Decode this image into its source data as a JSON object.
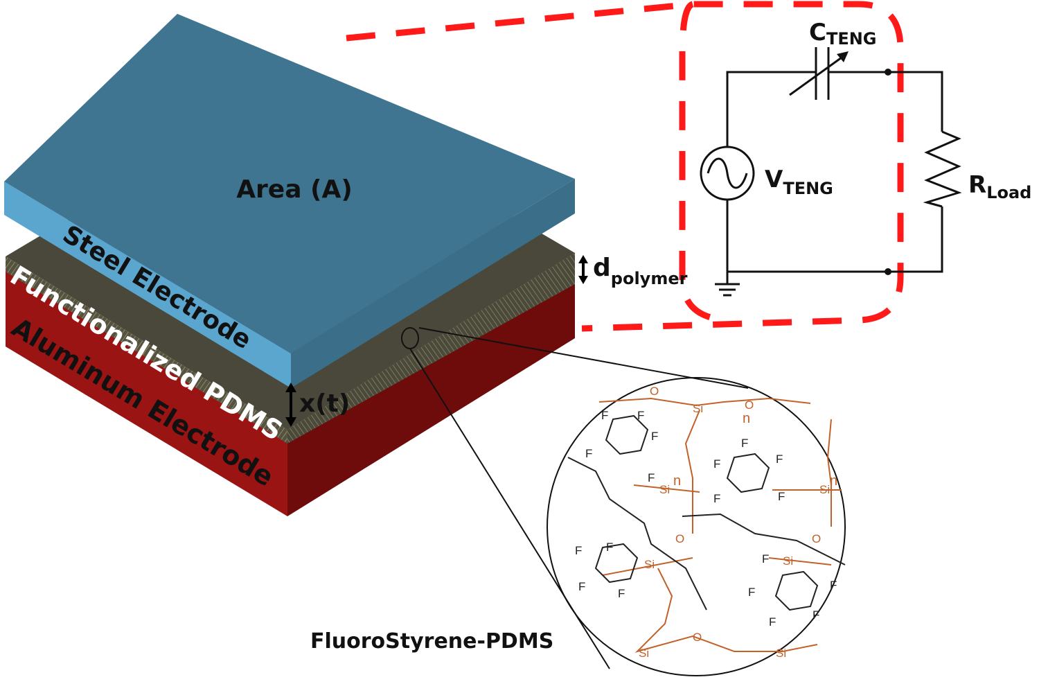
{
  "figure": {
    "device_labels": {
      "area": "Area (A)",
      "top_electrode": "Steel Electrode",
      "polymer_layer": "Functionalized PDMS",
      "bottom_electrode": "Aluminum Electrode",
      "gap": "x(t)",
      "thickness_main": "d",
      "thickness_sub": "polymer"
    },
    "circuit": {
      "capacitor_main": "C",
      "capacitor_sub": "TENG",
      "source_main": "V",
      "source_sub": "TENG",
      "load_main": "R",
      "load_sub": "Load"
    },
    "molecule": {
      "caption": "FluoroStyrene-PDMS",
      "atom_F": "F",
      "atom_Si": "Si",
      "atom_O": "O",
      "repeat_n": "n"
    },
    "colors": {
      "steel_top": "#3f7590",
      "steel_side_left": "#5ba6cf",
      "steel_side_right": "#3b6e88",
      "pdms": "#5a5848",
      "aluminum_left": "#9a1414",
      "aluminum_right": "#6e0b0b",
      "dash_red": "#ff1a1a",
      "siloxane": "#c0622a"
    }
  }
}
